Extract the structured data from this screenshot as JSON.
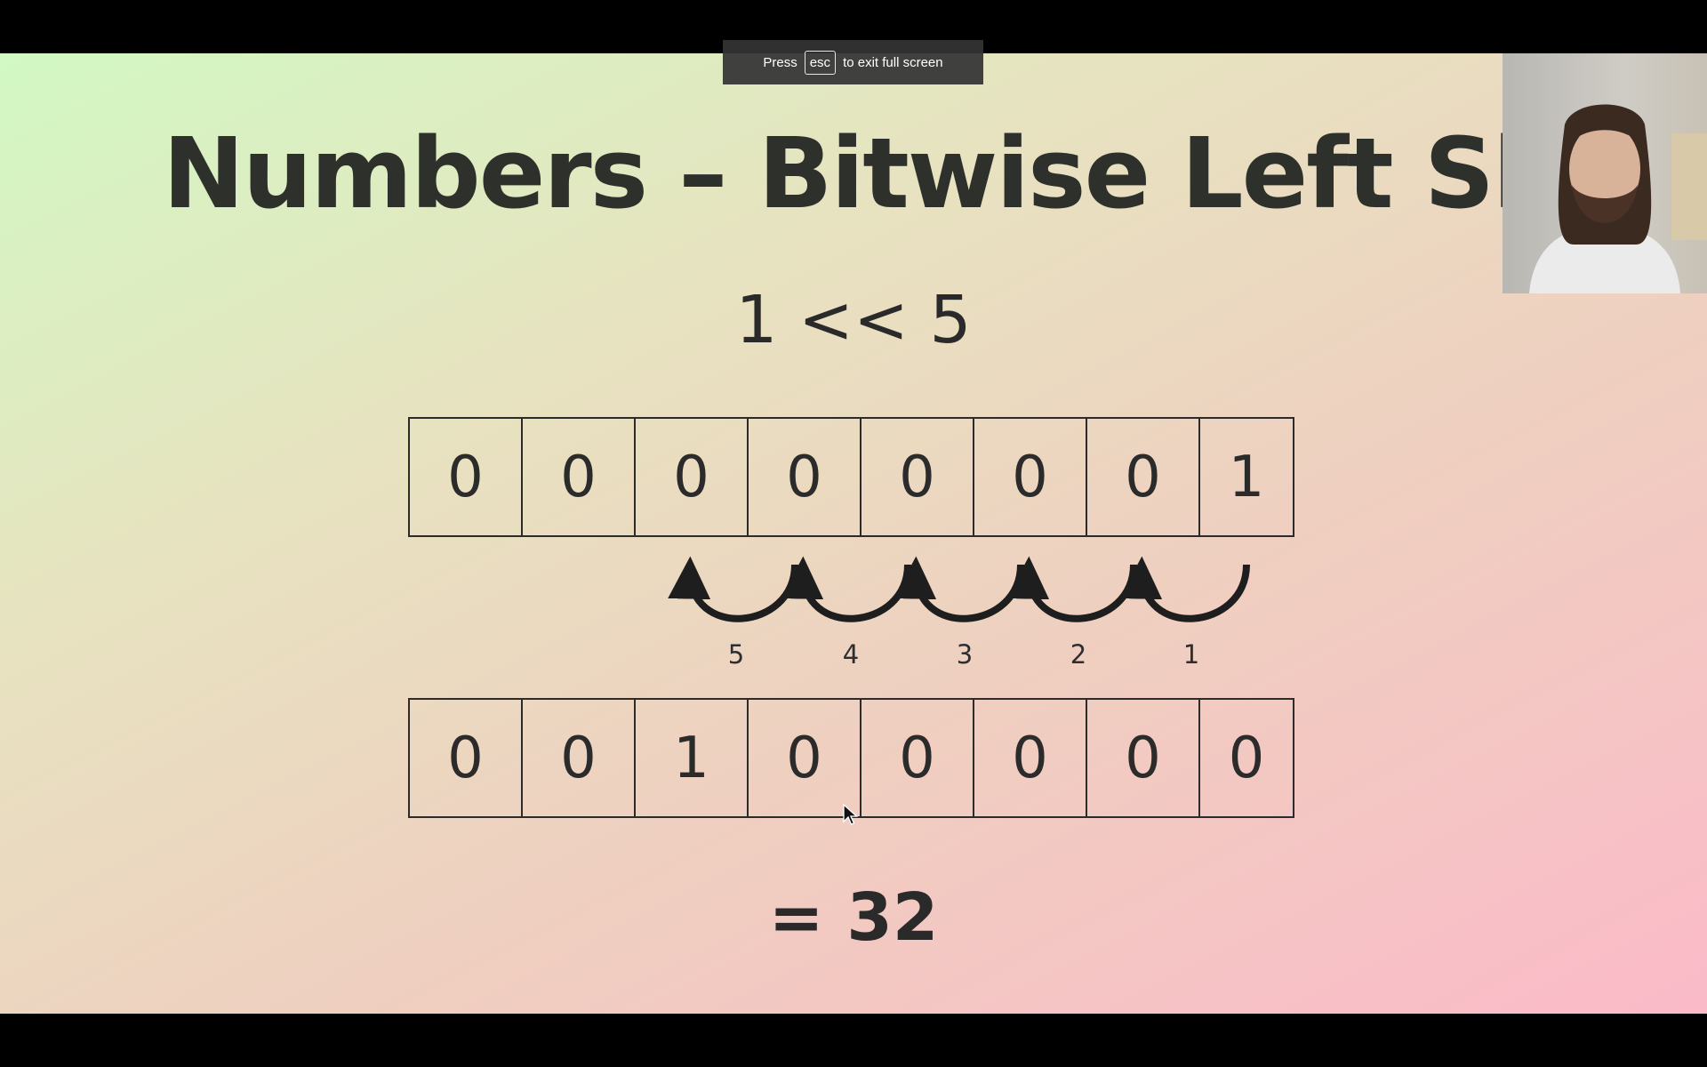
{
  "fullscreen_notice": {
    "press": "Press",
    "key": "esc",
    "rest": "to exit full screen"
  },
  "slide": {
    "title": "Numbers – Bitwise Left Shif",
    "expression": "1 << 5",
    "before_bits": [
      "0",
      "0",
      "0",
      "0",
      "0",
      "0",
      "0",
      "1"
    ],
    "shift_steps": [
      "5",
      "4",
      "3",
      "2",
      "1"
    ],
    "after_bits": [
      "0",
      "0",
      "1",
      "0",
      "0",
      "0",
      "0",
      "0"
    ],
    "result": "= 32"
  },
  "webcam": {
    "content": "presenter-video"
  },
  "colors": {
    "text": "#2b2b2b",
    "gradient_start": "#d2f8c3",
    "gradient_end": "#fbbac8"
  }
}
